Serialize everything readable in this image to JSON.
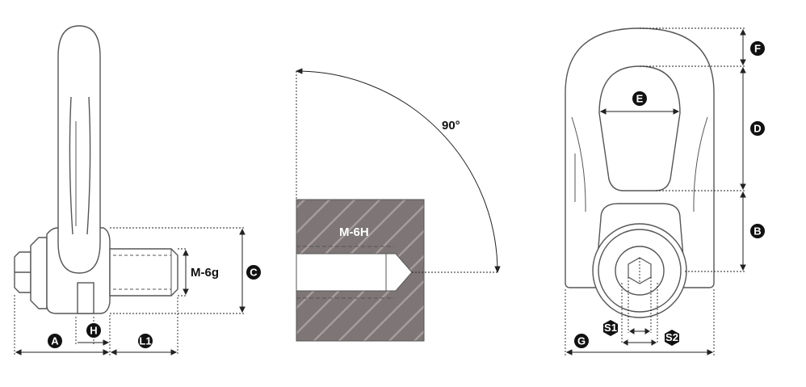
{
  "side_view": {
    "thread_label": "M-6g",
    "dims": {
      "a": "A",
      "h": "H",
      "l1": "L1",
      "c": "C"
    }
  },
  "tapped_hole": {
    "thread_label": "M-6H",
    "angle_label": "90°"
  },
  "front_view": {
    "dims": {
      "e": "E",
      "f": "F",
      "d": "D",
      "b": "B",
      "g": "G",
      "s1": "S1",
      "s2": "S2"
    }
  },
  "colors": {
    "outline": "#555555",
    "dim_line": "#222222",
    "badge": "#111111",
    "hatch_fill": "#7d7576",
    "hatch_line": "#a59c9c"
  }
}
